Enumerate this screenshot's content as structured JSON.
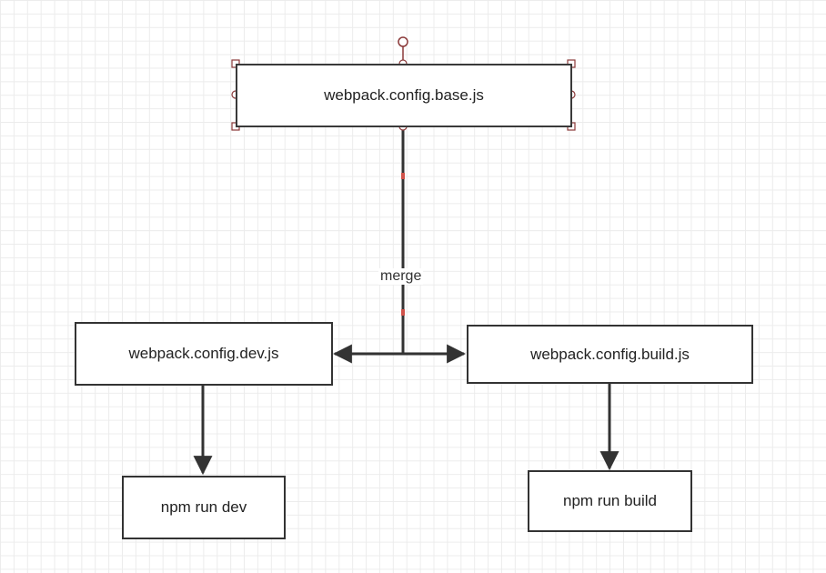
{
  "diagram": {
    "nodes": {
      "base": "webpack.config.base.js",
      "dev": "webpack.config.dev.js",
      "build": "webpack.config.build.js",
      "npm_dev": "npm run dev",
      "npm_build": "npm run build"
    },
    "edge_label": "merge",
    "colors": {
      "stroke": "#333333",
      "selection_handle": "#8b3a3a",
      "midpoint_marker": "#d0524a",
      "grid": "#ececec"
    }
  }
}
